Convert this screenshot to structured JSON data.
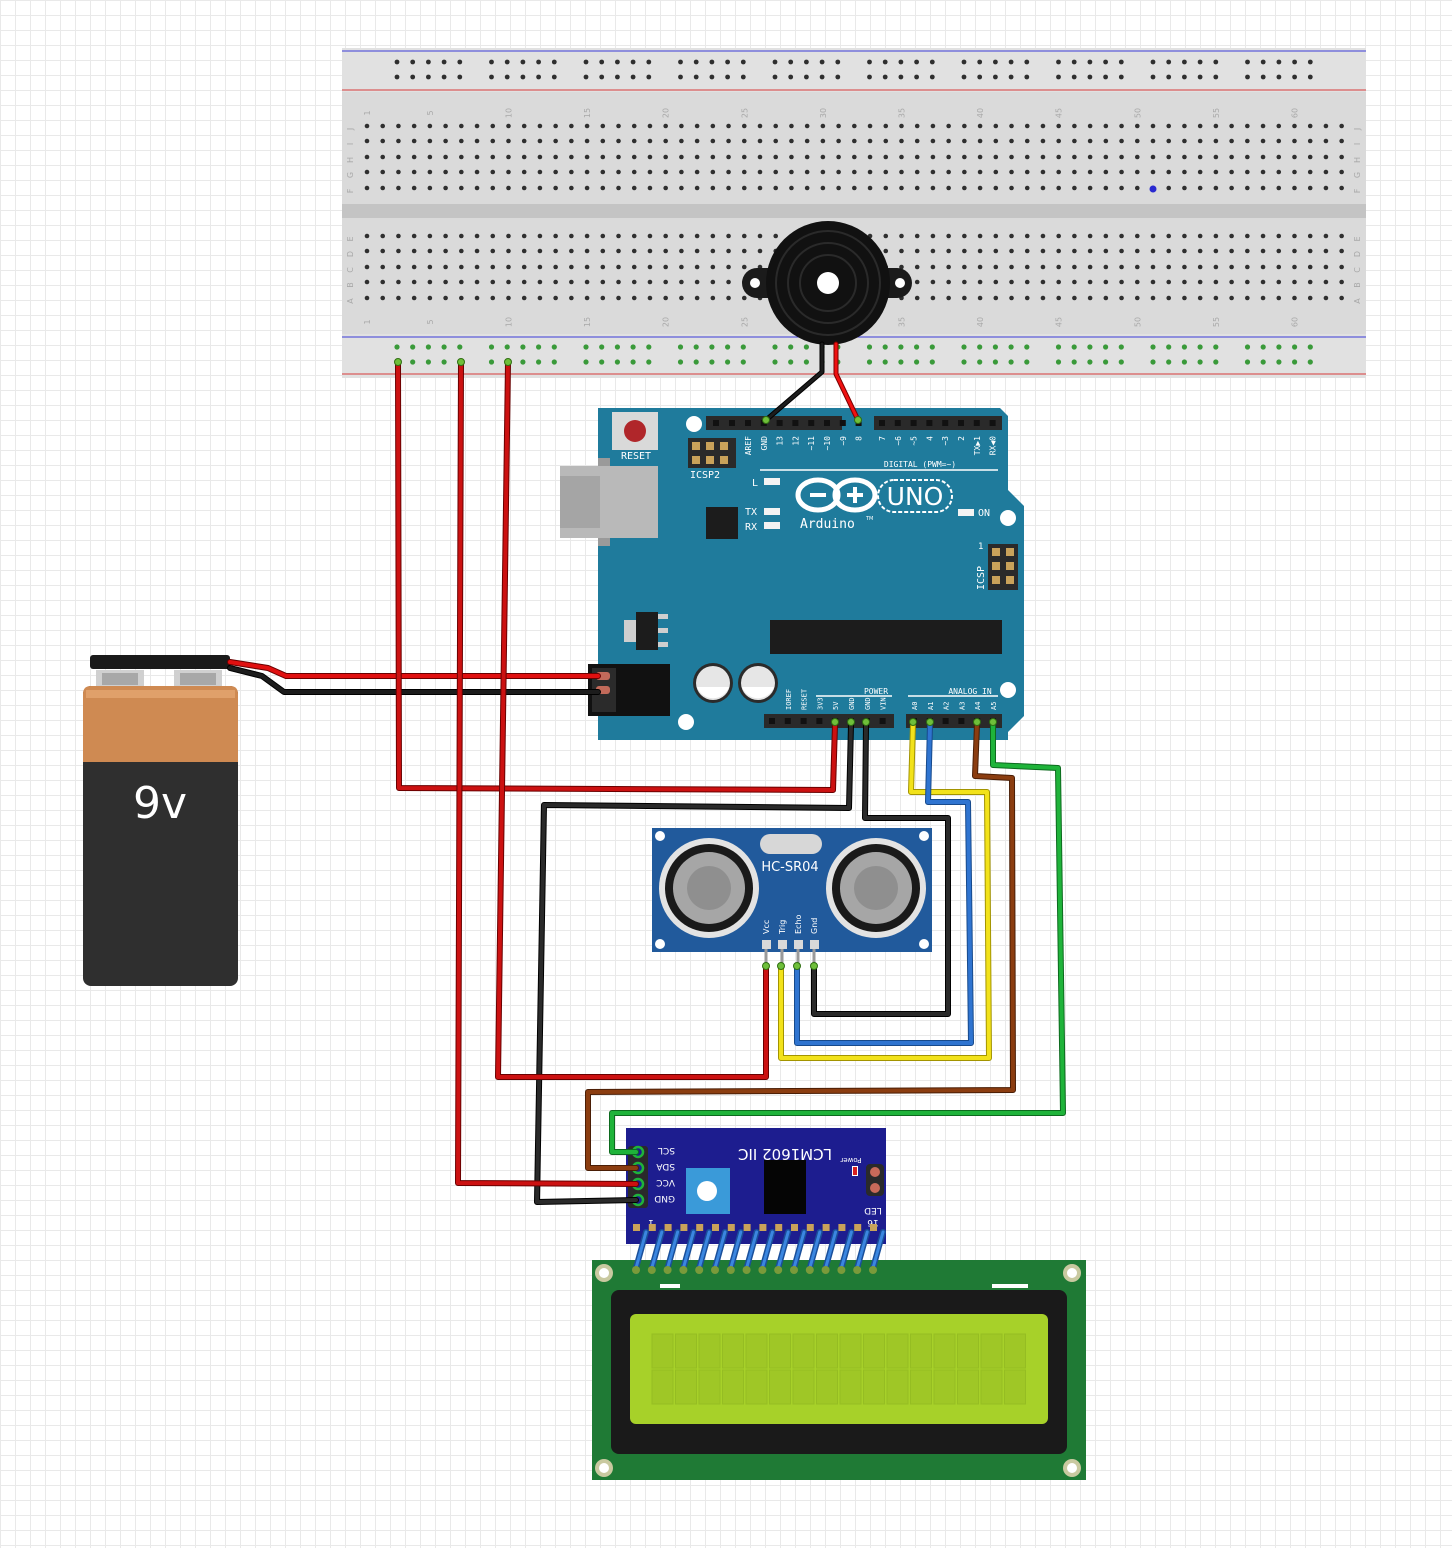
{
  "breadboard": {
    "column_numbers": [
      "1",
      "5",
      "10",
      "15",
      "20",
      "25",
      "30",
      "35",
      "40",
      "45",
      "50",
      "55",
      "60"
    ],
    "row_letters_top": [
      "J",
      "I",
      "H",
      "G",
      "F"
    ],
    "row_letters_bottom": [
      "E",
      "D",
      "C",
      "B",
      "A"
    ]
  },
  "arduino": {
    "reset_label": "RESET",
    "icsp2_label": "ICSP2",
    "icsp_label": "ICSP",
    "icsp_pin1": "1",
    "l_label": "L",
    "tx_label": "TX",
    "rx_label": "RX",
    "on_label": "ON",
    "uno_label": "UNO",
    "brand": "Arduino",
    "tm": "TM",
    "digital_label": "DIGITAL (PWM=~)",
    "digital_pins": [
      "AREF",
      "GND",
      "13",
      "12",
      "~11",
      "~10",
      "~9",
      "8",
      "7",
      "~6",
      "~5",
      "4",
      "~3",
      "2",
      "TX▶1",
      "RX◀0"
    ],
    "power_label": "POWER",
    "analog_label": "ANALOG IN",
    "power_pins": [
      "IOREF",
      "RESET",
      "3V3",
      "5V",
      "GND",
      "GND",
      "VIN"
    ],
    "analog_pins": [
      "A0",
      "A1",
      "A2",
      "A3",
      "A4",
      "A5"
    ]
  },
  "battery": {
    "label": "9v"
  },
  "ultrasonic": {
    "model": "HC-SR04",
    "pins": [
      "Vcc",
      "Trig",
      "Echo",
      "Gnd"
    ]
  },
  "i2c": {
    "title": "LCM1602 IIC",
    "power_label": "Power",
    "led_label": "LED",
    "pin16": "16",
    "pin1": "1",
    "pins": [
      "SCL",
      "SDA",
      "VCC",
      "GND"
    ]
  },
  "colors": {
    "wire_red": "#cc1111",
    "wire_black": "#1a1a1a",
    "wire_yellow": "#f2e21a",
    "wire_blue": "#2f74d0",
    "wire_brown": "#8b3d10",
    "wire_green": "#1fb33a",
    "arduino_board": "#1f7b9c",
    "lcd_pcb": "#1f7a35",
    "lcd_screen": "#a7d129",
    "i2c_board": "#1d1d8f",
    "sensor_board": "#215a9c"
  }
}
